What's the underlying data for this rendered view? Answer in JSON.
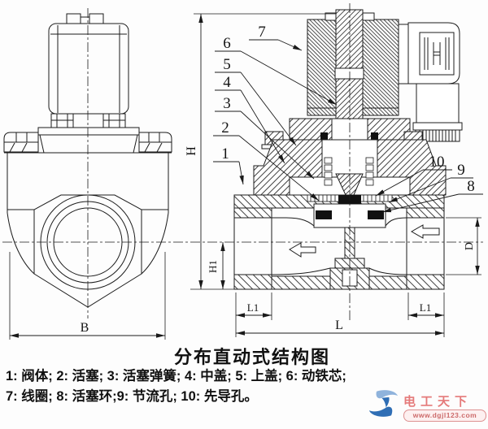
{
  "title": "分布直动式结构图",
  "legend": {
    "line1": "1: 阀体; 2: 活塞; 3: 活塞弹簧; 4: 中盖; 5: 上盖; 6: 动铁芯;",
    "line2": "7: 线圈; 8: 活塞环;9: 节流孔; 10: 先导孔。"
  },
  "callouts": {
    "c1": "1",
    "c2": "2",
    "c3": "3",
    "c4": "4",
    "c5": "5",
    "c6": "6",
    "c7": "7",
    "c8": "8",
    "c9": "9",
    "c10": "10"
  },
  "dims": {
    "H": "H",
    "H1": "H1",
    "B": "B",
    "L": "L",
    "L1": "L1",
    "D": "D"
  },
  "watermark": {
    "brand": "电工天下",
    "url": "www.dgjl123.com",
    "brand_color": "#e57a7a",
    "logo_color_dark": "#2f6eb5",
    "logo_color_light": "#8fb3dc"
  },
  "line_color": "#1c1c1c",
  "seal_color": "#111111"
}
